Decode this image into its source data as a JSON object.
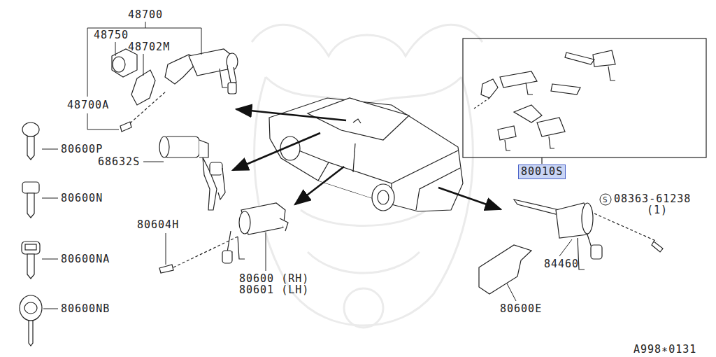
{
  "diagram": {
    "nodes": [
      {
        "text": [
          "80010S"
        ]
      }
    ],
    "edges": [],
    "labels": [
      "48700",
      "48750",
      "48702M",
      "48700A",
      "80600P",
      "68632S",
      "80600N",
      "80600NA",
      "80600NB",
      "80604H",
      "80600 (RH)",
      "80601 (LH)",
      "S",
      "08363-61238",
      "(1)",
      "84460",
      "80600E",
      "A998∗0131"
    ]
  }
}
